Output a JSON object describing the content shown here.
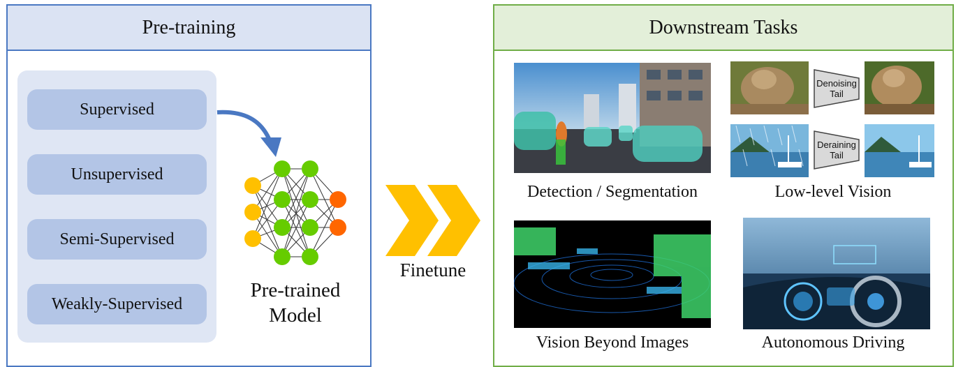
{
  "pretraining": {
    "title": "Pre-training",
    "methods": [
      "Supervised",
      "Unsupervised",
      "Semi-Supervised",
      "Weakly-Supervised"
    ],
    "model_label_line1": "Pre-trained",
    "model_label_line2": "Model"
  },
  "transition": {
    "label": "Finetune"
  },
  "downstream": {
    "title": "Downstream Tasks",
    "tasks": [
      {
        "caption": "Detection / Segmentation"
      },
      {
        "caption": "Low-level Vision",
        "tails": [
          "Denoising",
          "Tail",
          "Deraining",
          "Tail"
        ]
      },
      {
        "caption": "Vision Beyond Images"
      },
      {
        "caption": "Autonomous Driving"
      }
    ]
  },
  "colors": {
    "pretrain_border": "#4a78c2",
    "downstream_border": "#70ad47",
    "chevron": "#ffc000",
    "input_node": "#ffc000",
    "hidden_node": "#66cc00",
    "output_node": "#ff6600"
  }
}
